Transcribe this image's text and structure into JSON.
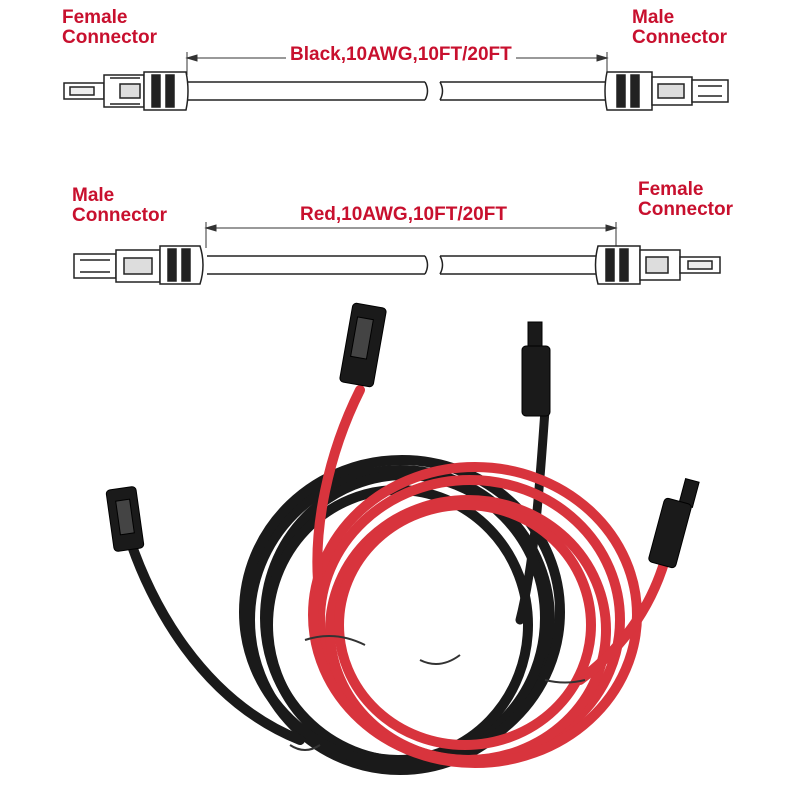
{
  "cable_black": {
    "left_label": [
      "Female",
      "Connector"
    ],
    "right_label": [
      "Male",
      "Connector"
    ],
    "spec": "Black,10AWG,10FT/20FT"
  },
  "cable_red": {
    "left_label": [
      "Male",
      "Connector"
    ],
    "right_label": [
      "Female",
      "Connector"
    ],
    "spec": "Red,10AWG,10FT/20FT"
  },
  "colors": {
    "label_text": "#c8102e",
    "black_cable": "#1a1a1a",
    "red_cable": "#d8343d",
    "line_drawing": "#222222"
  },
  "photo": {
    "subject": "coiled-black-and-red-solar-extension-cables-with-mc4-connectors"
  }
}
